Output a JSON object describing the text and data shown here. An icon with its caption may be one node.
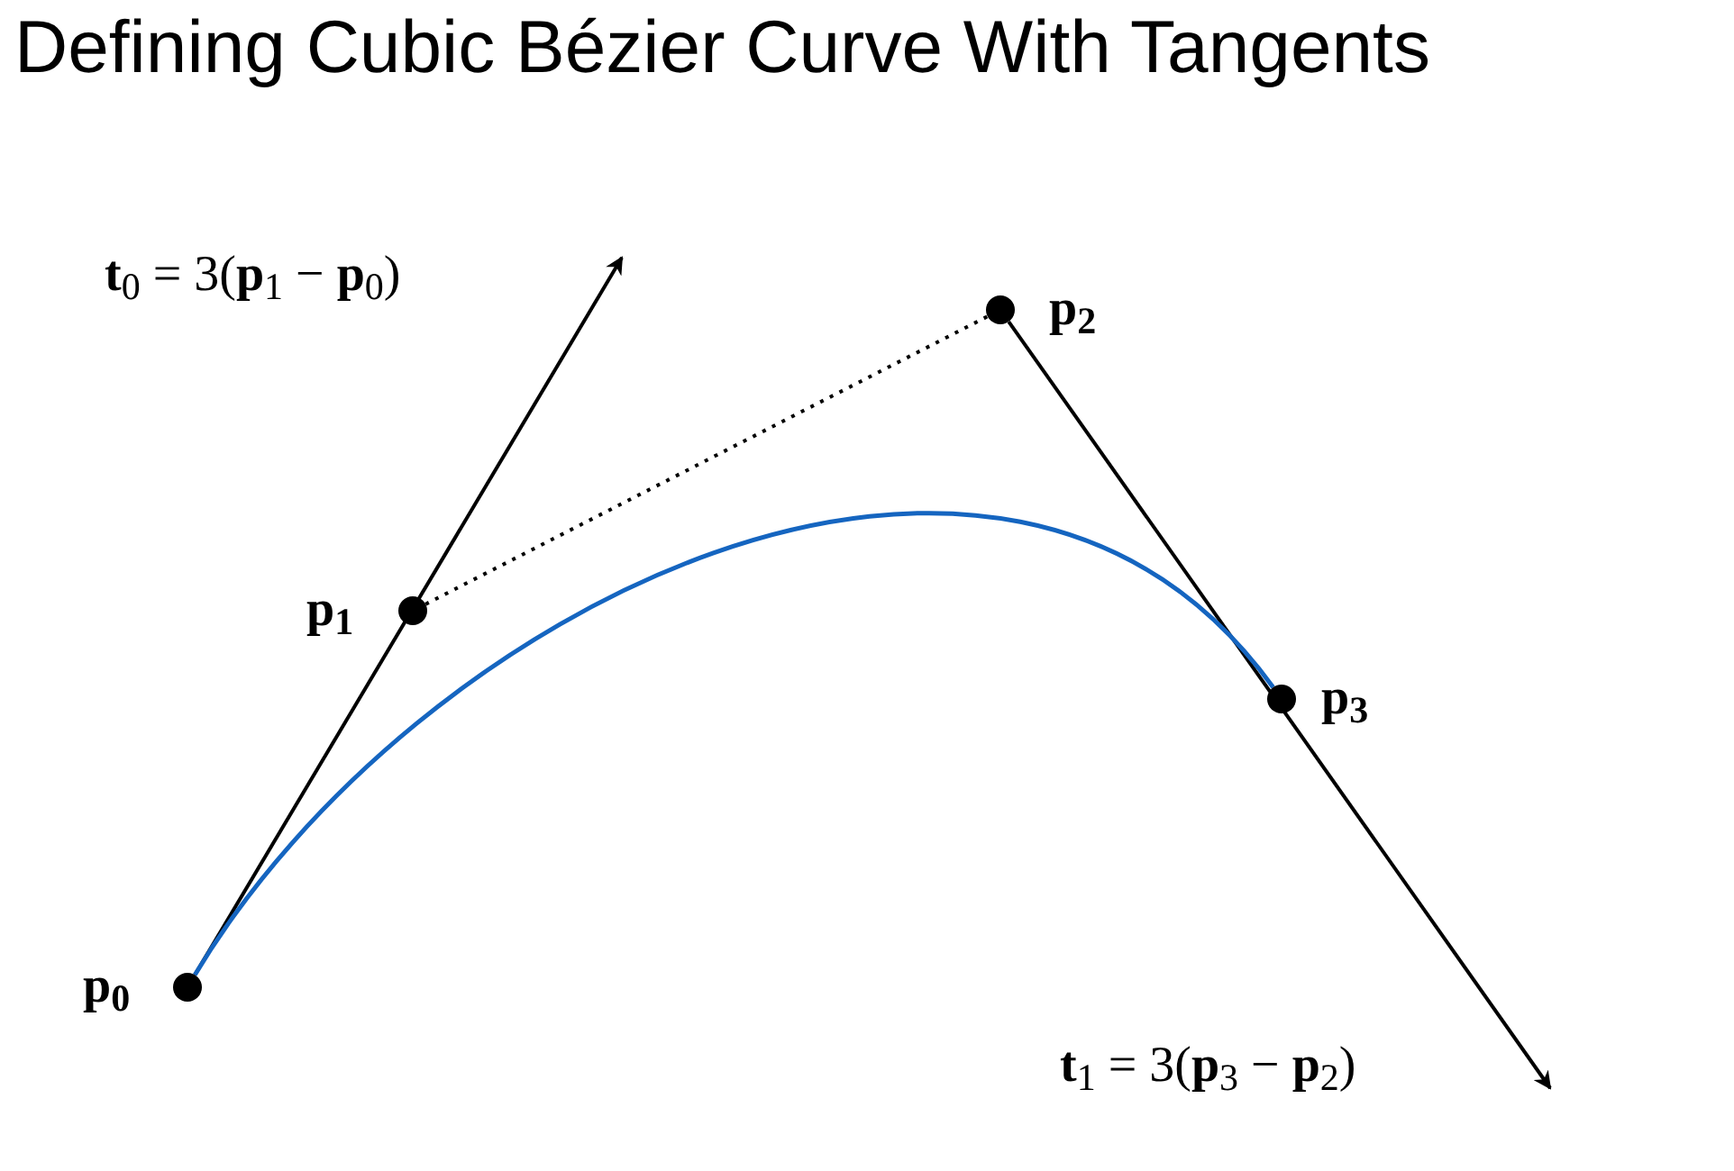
{
  "diagram": {
    "title": "Defining Cubic Bézier Curve With Tangents",
    "nodes": [
      {
        "text": [],
        "shape": "circle",
        "beside": [
          "p$_{0}$"
        ]
      },
      {
        "text": [],
        "shape": "circle",
        "beside": [
          "p$_{1}$"
        ]
      },
      {
        "text": [],
        "shape": "circle",
        "beside": [
          "p$_{2}$"
        ]
      },
      {
        "text": [],
        "shape": "circle",
        "beside": [
          "p$_{3}$"
        ]
      }
    ],
    "edges": [
      {
        "from": 0,
        "to": null,
        "arrow": "to"
      },
      {
        "from": 2,
        "to": null,
        "arrow": "to"
      },
      {
        "from": 1,
        "to": 2,
        "arrow": "none",
        "style": "dashed"
      },
      {
        "from": 0,
        "to": 3,
        "arrow": "none",
        "color": "#1565c0"
      }
    ],
    "labels": [
      "**t**$_{0}$ = 3(**p**$_{1}$ − **p**$_{0}$)",
      "**t**$_{1}$ = 3(**p**$_{3}$ − **p**$_{2}$)"
    ]
  }
}
